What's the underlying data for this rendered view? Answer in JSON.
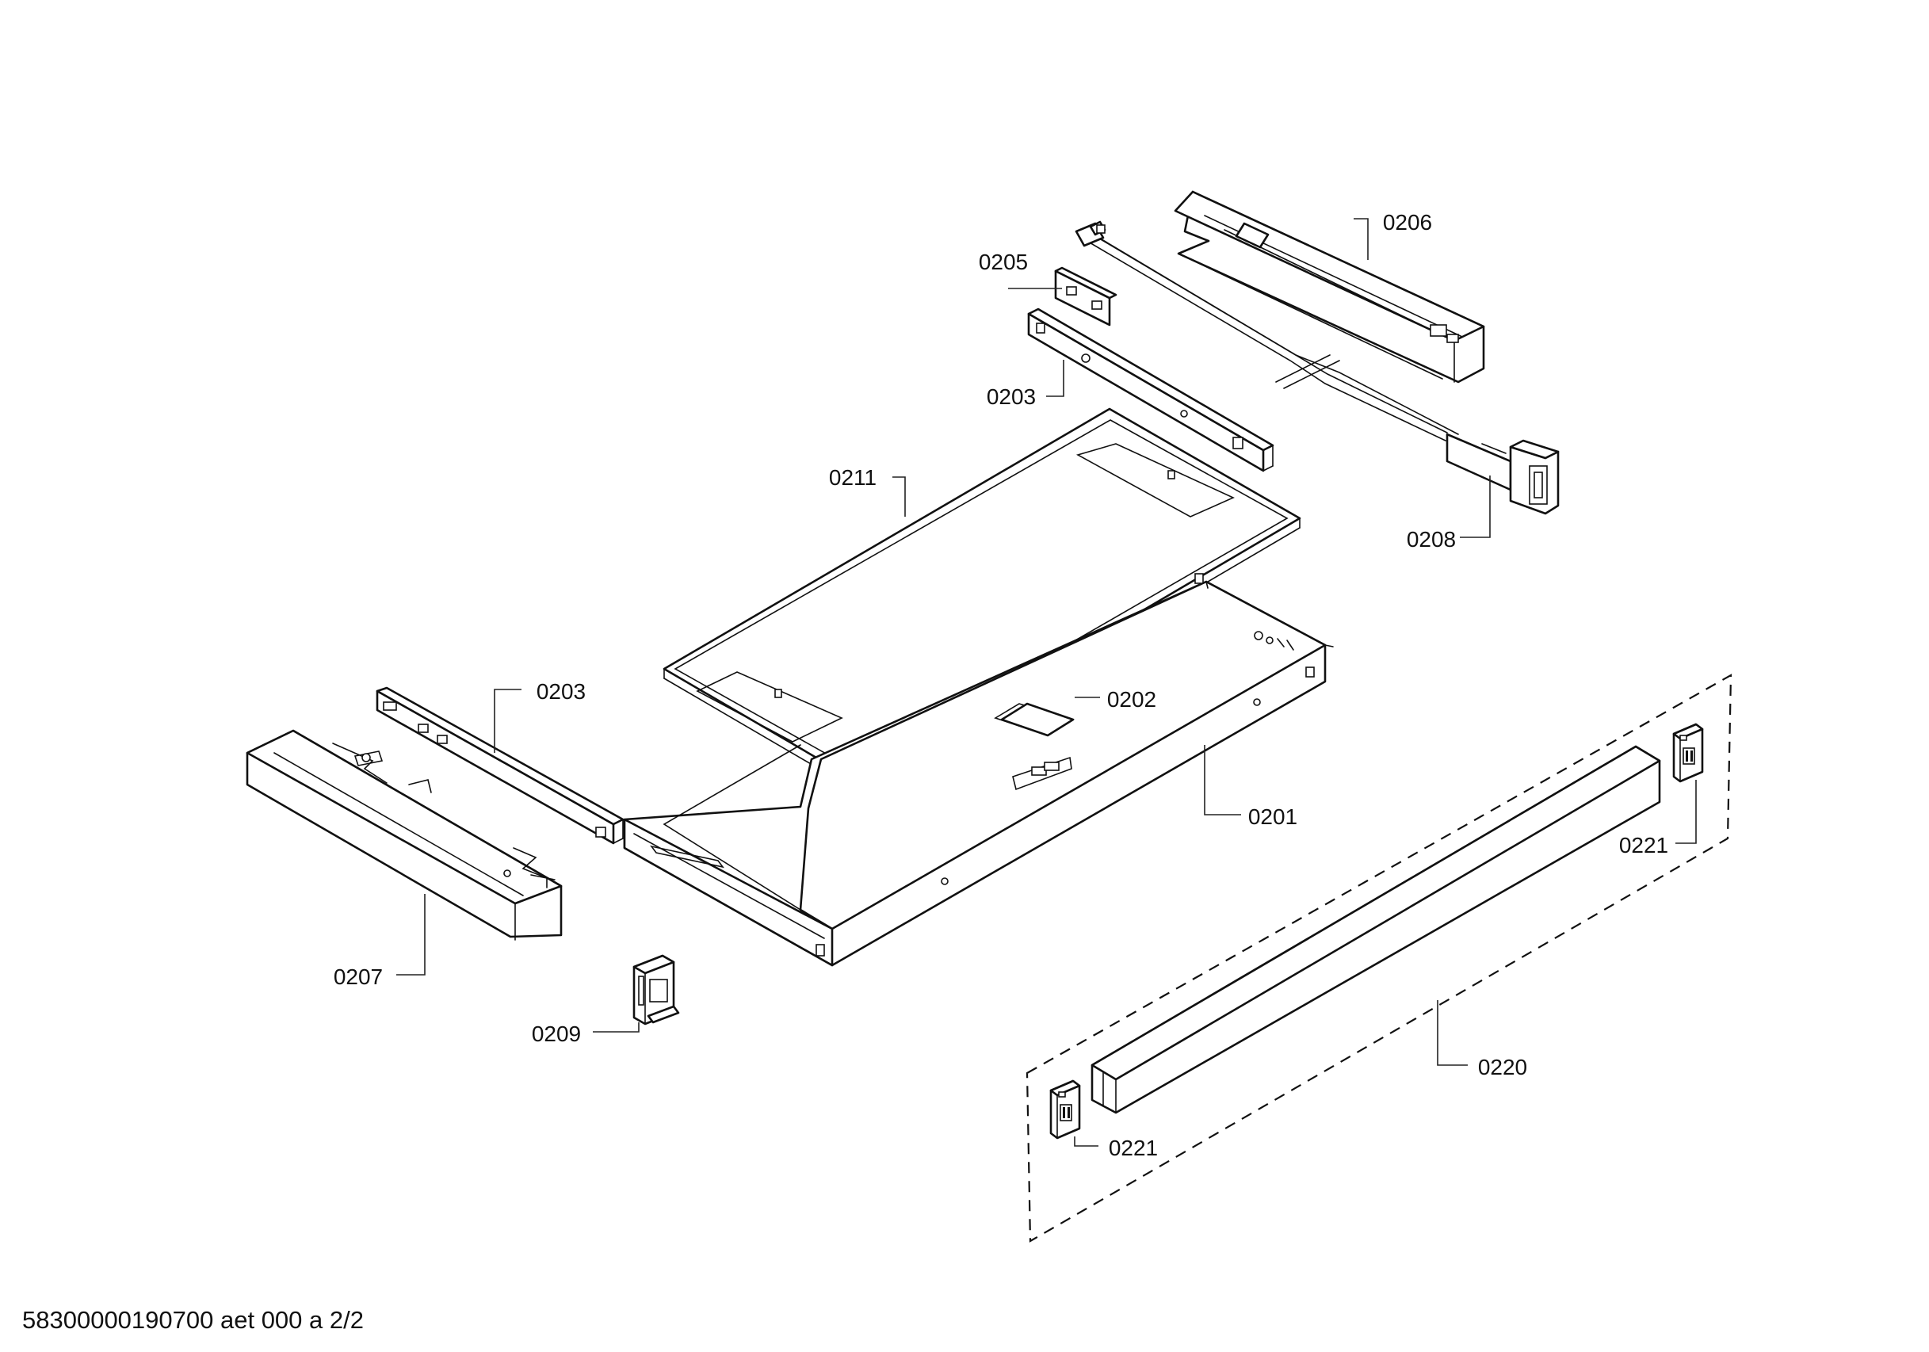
{
  "labels": {
    "p0201": "0201",
    "p0202": "0202",
    "p0203_top": "0203",
    "p0203_bottom": "0203",
    "p0205": "0205",
    "p0206": "0206",
    "p0207": "0207",
    "p0208": "0208",
    "p0209": "0209",
    "p0211": "0211",
    "p0220": "0220",
    "p0221_right": "0221",
    "p0221_left": "0221"
  },
  "footer": {
    "document_code": "58300000190700 aet 000 a 2/2"
  }
}
